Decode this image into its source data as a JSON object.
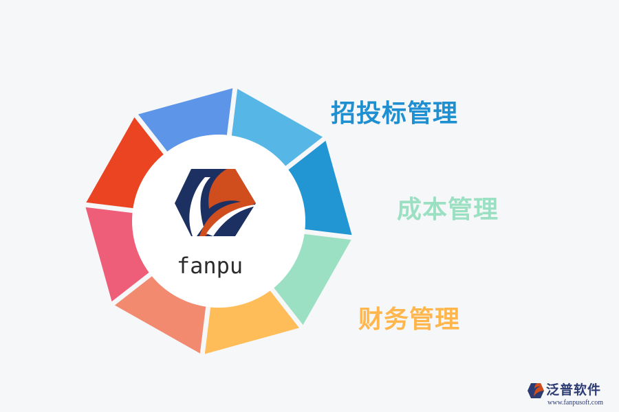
{
  "diagram": {
    "center_text": "fanpu",
    "segments": [
      {
        "color": "#56b7e6"
      },
      {
        "color": "#2196d3"
      },
      {
        "color": "#9ce0c3"
      },
      {
        "color": "#ffbd59"
      },
      {
        "color": "#f28a70"
      },
      {
        "color": "#ee5e78"
      },
      {
        "color": "#ea4423"
      },
      {
        "color": "#5d96e8"
      }
    ],
    "labels": [
      {
        "text": "招投标管理",
        "color": "#1e8fd0"
      },
      {
        "text": "成本管理",
        "color": "#9ce0c3"
      },
      {
        "text": "财务管理",
        "color": "#ffb64d"
      }
    ]
  },
  "footer": {
    "brand_cn": "泛普软件",
    "url": "www.fanpusoft.com"
  }
}
